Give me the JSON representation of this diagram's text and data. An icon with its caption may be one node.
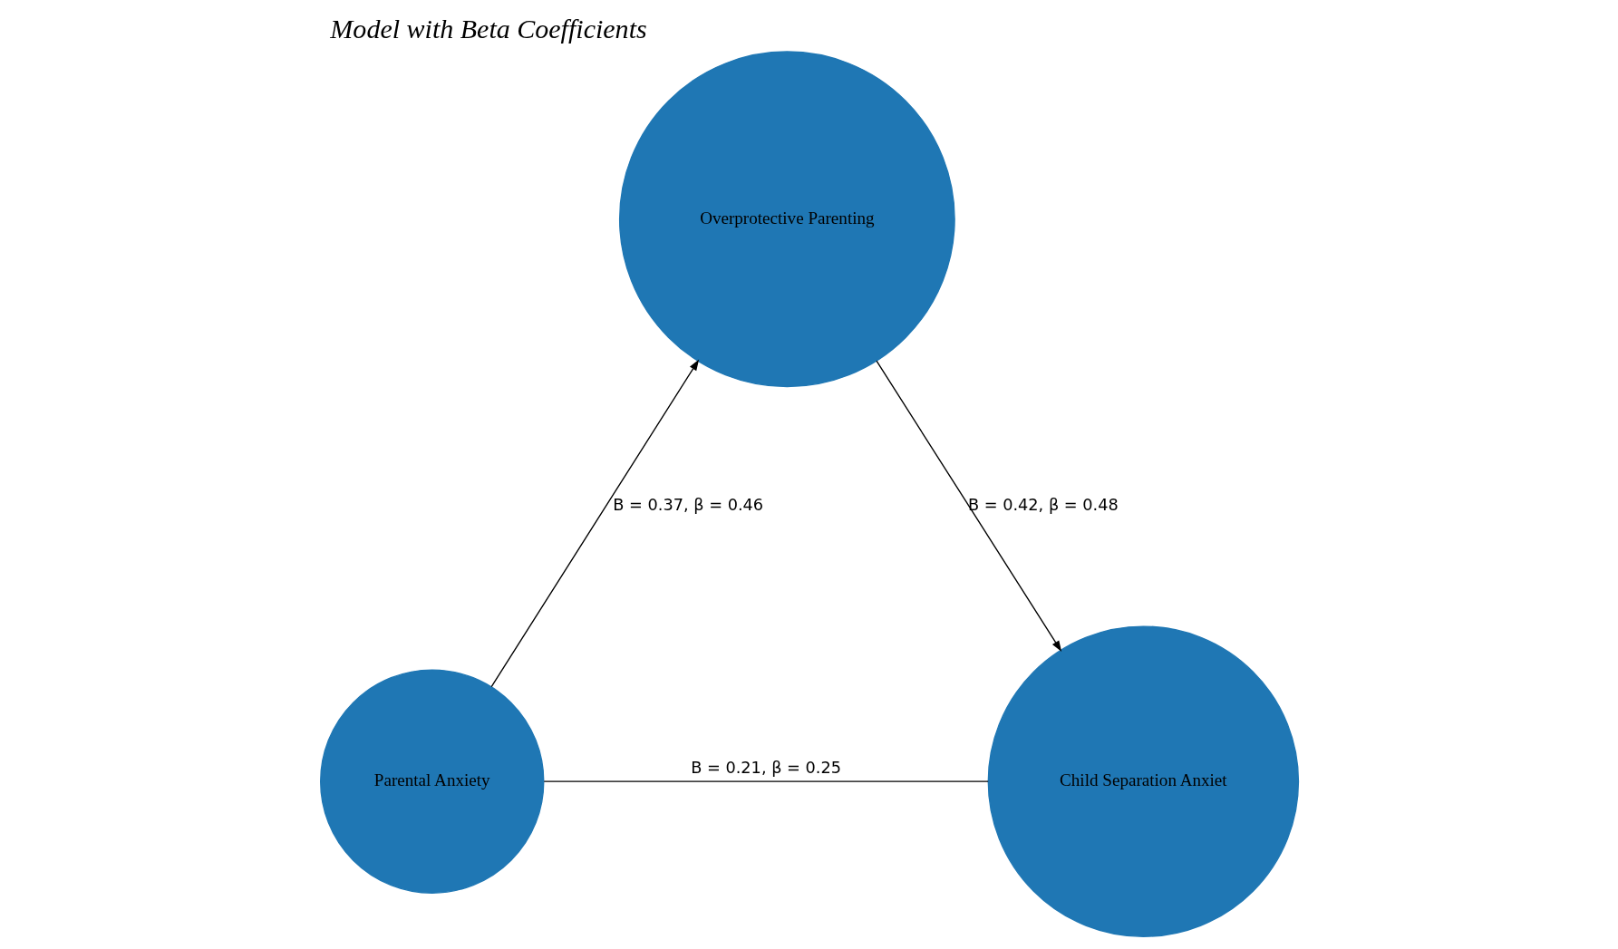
{
  "diagram": {
    "title": "Model with Beta Coefficients",
    "nodes": [
      {
        "text": [
          "Parental Anxiety"
        ]
      },
      {
        "text": [
          "Overprotective Parenting"
        ]
      },
      {
        "text": [
          "Child Separation Anxiet"
        ]
      }
    ],
    "edges": [
      {
        "from": 0,
        "to": 1,
        "arrow": "to",
        "label": "B = 0.37, β = 0.46"
      },
      {
        "from": 1,
        "to": 2,
        "arrow": "to",
        "label": "B = 0.42, β = 0.48"
      },
      {
        "from": 0,
        "to": 2,
        "arrow": "none",
        "label": "B = 0.21, β = 0.25"
      }
    ]
  }
}
